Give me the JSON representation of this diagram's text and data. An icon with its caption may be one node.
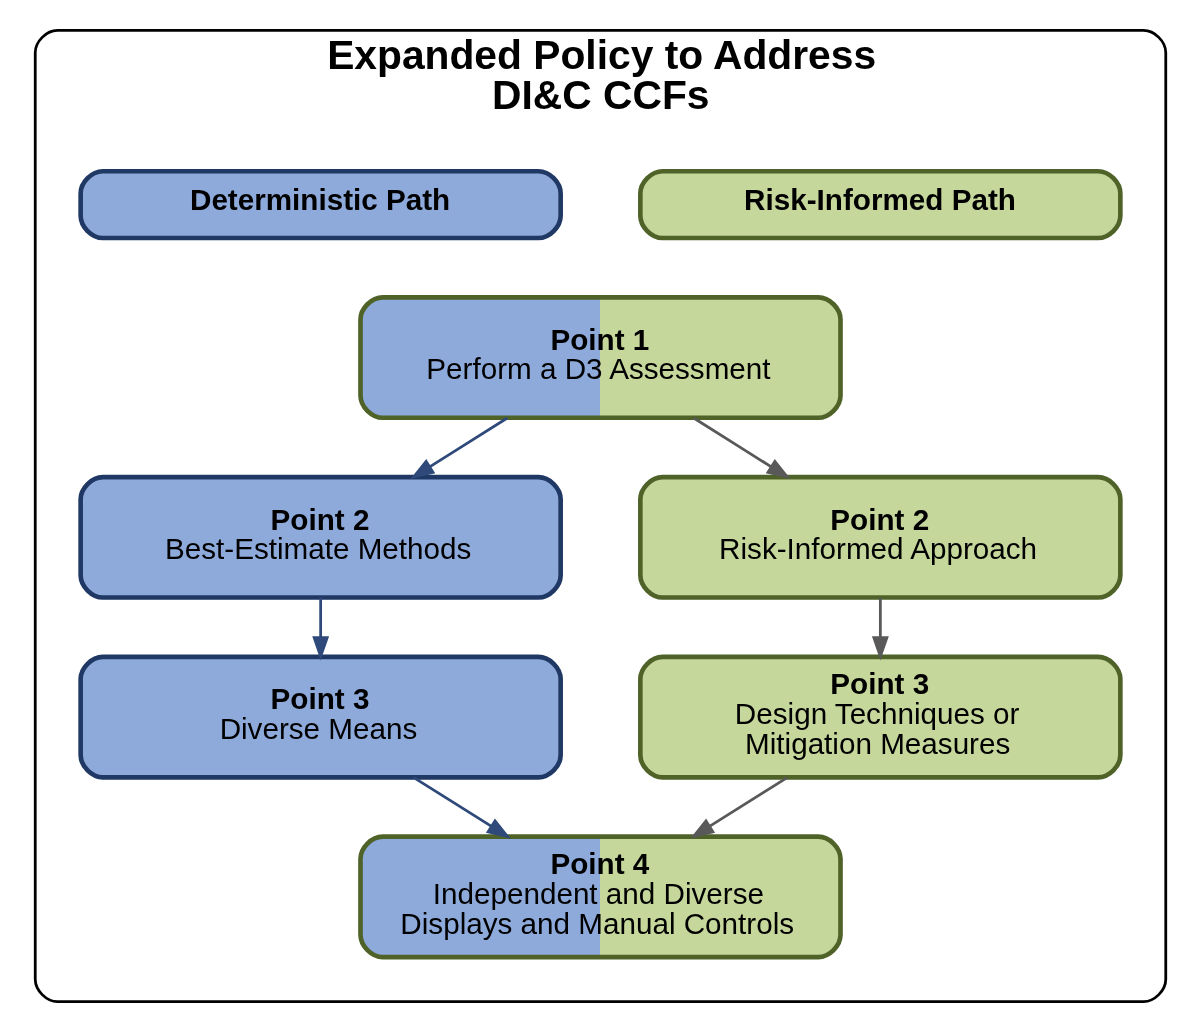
{
  "diagram": {
    "nodes": [
      {
        "text": [
          "Expanded Policy to Address DI&C CCFs"
        ]
      },
      {
        "text": [
          "Deterministic Path"
        ],
        "in": 0
      },
      {
        "text": [
          "Risk-Informed Path"
        ],
        "in": 0
      },
      {
        "text": [
          "Point 1",
          "Perform a D3 Assessment"
        ],
        "in": 0
      },
      {
        "text": [
          "Point 2",
          "Best-Estimate Methods"
        ],
        "in": 0
      },
      {
        "text": [
          "Point 2",
          "Risk-Informed Approach"
        ],
        "in": 0
      },
      {
        "text": [
          "Point 3",
          "Diverse Means"
        ],
        "in": 0
      },
      {
        "text": [
          "Point 3",
          "Design Techniques or Mitigation Measures"
        ],
        "in": 0
      },
      {
        "text": [
          "Point 4",
          "Independent and Diverse Displays and Manual Controls"
        ],
        "in": 0
      }
    ],
    "edges": [
      {
        "from": 3,
        "to": 4,
        "arrow": "to",
        "color": "#2f4a7a"
      },
      {
        "from": 3,
        "to": 5,
        "arrow": "to",
        "color": "#595959"
      },
      {
        "from": 4,
        "to": 6,
        "arrow": "to",
        "color": "#2f4a7a"
      },
      {
        "from": 5,
        "to": 7,
        "arrow": "to",
        "color": "#595959"
      },
      {
        "from": 6,
        "to": 8,
        "arrow": "to",
        "color": "#2f4a7a"
      },
      {
        "from": 7,
        "to": 8,
        "arrow": "to",
        "color": "#595959"
      }
    ]
  }
}
